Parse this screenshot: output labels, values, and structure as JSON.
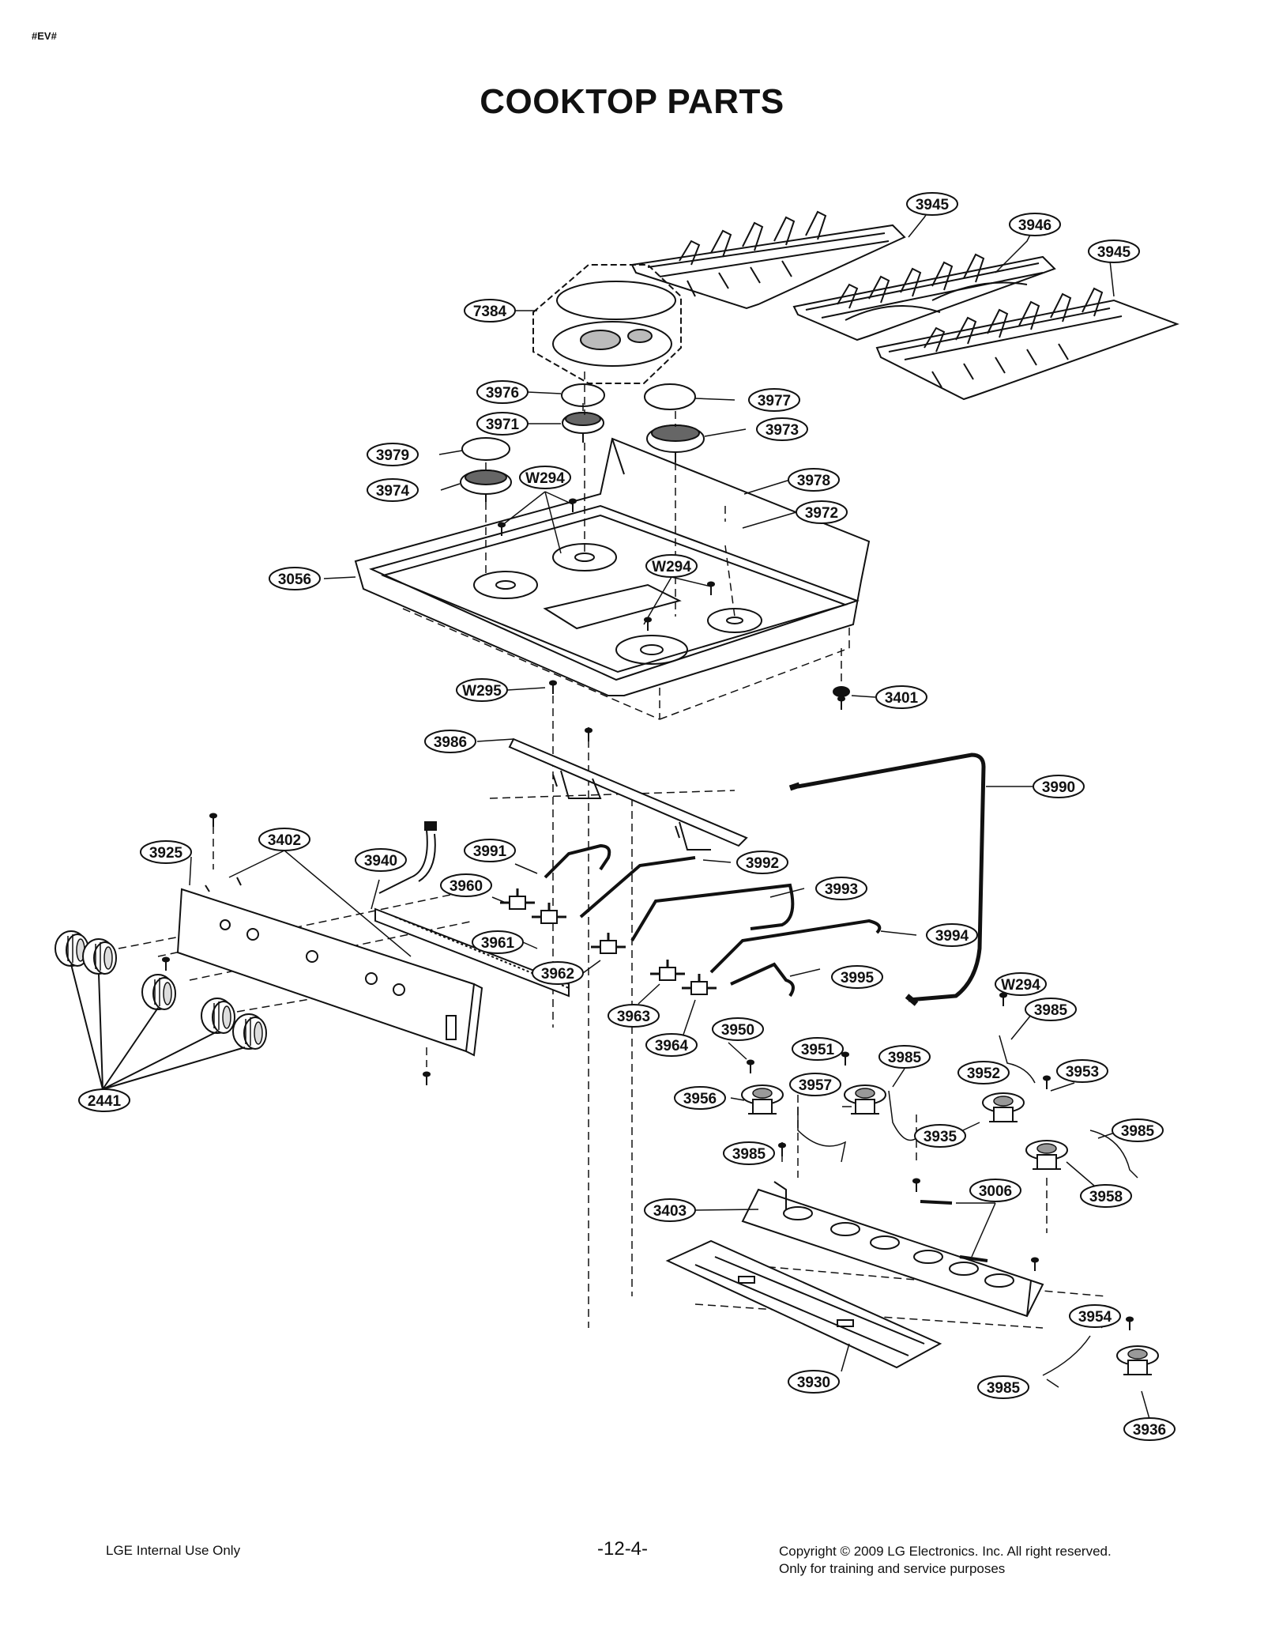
{
  "header": {
    "tag": "#EV#",
    "title": "COOKTOP PARTS"
  },
  "labels": {
    "l3945a": "3945",
    "l3946": "3946",
    "l3945b": "3945",
    "l7384": "7384",
    "l3976": "3976",
    "l3977": "3977",
    "l3971": "3971",
    "l3973": "3973",
    "l3979": "3979",
    "lW294a": "W294",
    "l3974": "3974",
    "l3978": "3978",
    "l3972": "3972",
    "l3056": "3056",
    "lW294b": "W294",
    "lW295": "W295",
    "l3401": "3401",
    "l3986": "3986",
    "l3990": "3990",
    "l3925": "3925",
    "l3402": "3402",
    "l3940": "3940",
    "l3991": "3991",
    "l3992": "3992",
    "l3960": "3960",
    "l3993": "3993",
    "l3994": "3994",
    "l3961": "3961",
    "l3962": "3962",
    "l3995": "3995",
    "lW294c": "W294",
    "l3963": "3963",
    "l3985a": "3985",
    "l3950": "3950",
    "l3964": "3964",
    "l3951": "3951",
    "l3985b": "3985",
    "l3952": "3952",
    "l3953": "3953",
    "l2441": "2441",
    "l3956": "3956",
    "l3957": "3957",
    "l3935": "3935",
    "l3985c": "3985",
    "l3985d": "3985",
    "l3958": "3958",
    "l3006": "3006",
    "l3403": "3403",
    "l3954": "3954",
    "l3930": "3930",
    "l3985e": "3985",
    "l3936": "3936"
  },
  "footer": {
    "left": "LGE Internal Use Only",
    "page": "-12-4-",
    "copyright": "Copyright © 2009 LG Electronics. Inc. All right reserved.",
    "note": "Only for training and service purposes"
  }
}
